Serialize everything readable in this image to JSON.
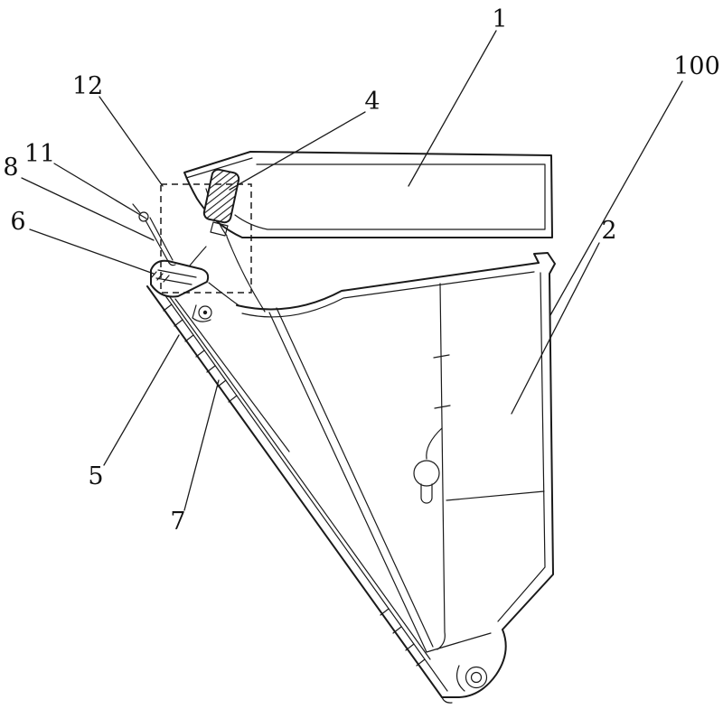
{
  "figure": {
    "background_color": "#ffffff",
    "line_color": "#1a1a1a",
    "labels": {
      "part_1": "1",
      "assembly_100": "100",
      "part_12": "12",
      "part_4": "4",
      "part_11": "11",
      "part_8": "8",
      "part_6": "6",
      "part_2": "2",
      "part_5": "5",
      "part_7": "7"
    }
  }
}
